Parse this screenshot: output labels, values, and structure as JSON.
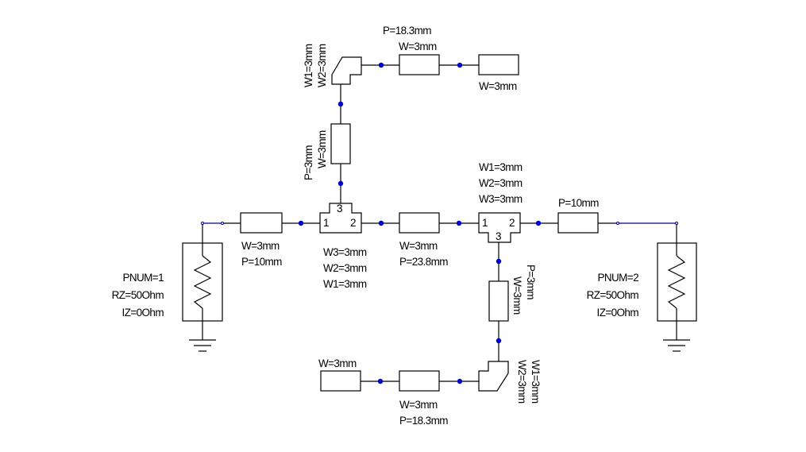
{
  "colors": {
    "wire": "#000000",
    "node": "#0000cc",
    "port_wire": "#00008b",
    "background": "#ffffff"
  },
  "components": {
    "port1": {
      "type": "port",
      "lines": [
        "PNUM=1",
        "RZ=50Ohm",
        "IZ=0Ohm"
      ]
    },
    "port2": {
      "type": "port",
      "lines": [
        "PNUM=2",
        "RZ=50Ohm",
        "IZ=0Ohm"
      ]
    },
    "tl_left": {
      "type": "microstrip-line",
      "lines": [
        "W=3mm",
        "P=10mm"
      ]
    },
    "tee_left": {
      "type": "microstrip-tee",
      "lines": [
        "W3=3mm",
        "W2=3mm",
        "W1=3mm"
      ],
      "pins": [
        "1",
        "2",
        "3"
      ]
    },
    "tl_mid": {
      "type": "microstrip-line",
      "lines": [
        "W=3mm",
        "P=23.8mm"
      ]
    },
    "tee_right": {
      "type": "microstrip-tee",
      "lines": [
        "W1=3mm",
        "W2=3mm",
        "W3=3mm"
      ],
      "pins": [
        "1",
        "2",
        "3"
      ]
    },
    "tl_right": {
      "type": "microstrip-line",
      "lines": [
        "P=10mm"
      ]
    },
    "tl_stub_up": {
      "type": "microstrip-line",
      "lines": [
        "P=3mm",
        "W=3mm"
      ]
    },
    "bend_up": {
      "type": "microstrip-bend",
      "lines": [
        "W1=3mm",
        "W2=3mm"
      ]
    },
    "tl_top": {
      "type": "microstrip-line",
      "lines": [
        "P=18.3mm",
        "W=3mm"
      ]
    },
    "open_top": {
      "type": "microstrip-open",
      "lines": [
        "W=3mm"
      ]
    },
    "tl_stub_down": {
      "type": "microstrip-line",
      "lines": [
        "P=3mm",
        "W=3mm"
      ]
    },
    "bend_down": {
      "type": "microstrip-bend",
      "lines": [
        "W1=3mm",
        "W2=3mm"
      ]
    },
    "tl_bottom": {
      "type": "microstrip-line",
      "lines": [
        "W=3mm",
        "P=18.3mm"
      ]
    },
    "open_bottom": {
      "type": "microstrip-open",
      "lines": [
        "W=3mm"
      ]
    }
  }
}
